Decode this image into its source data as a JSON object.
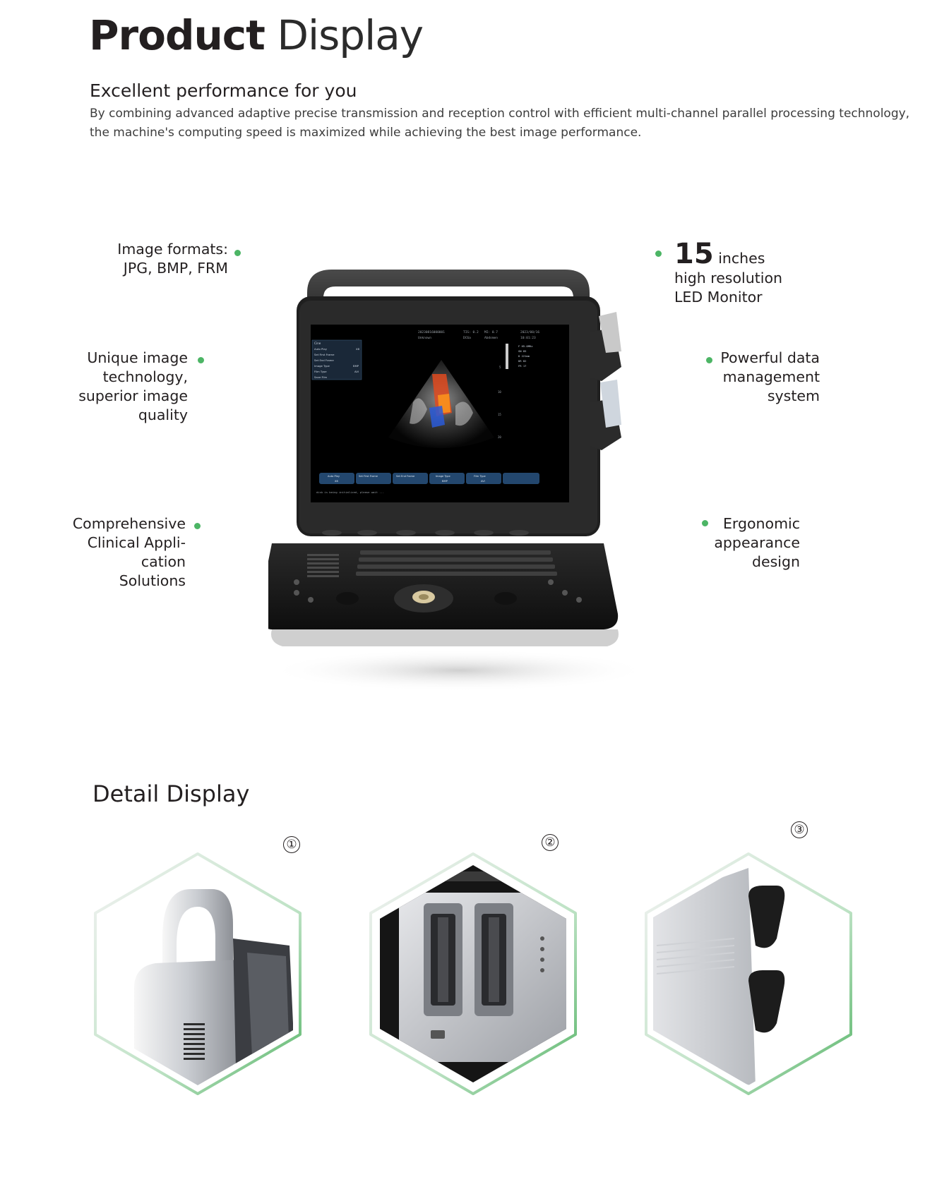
{
  "header": {
    "title_bold": "Product",
    "title_light": "Display",
    "subheading": "Excellent performance for you",
    "intro_lines": [
      "By combining advanced adaptive precise transmission and reception control with efficient multi-channel parallel processing technology,",
      "the machine's computing speed is maximized while achieving the best image performance."
    ]
  },
  "features": {
    "image_formats": [
      "Image formats:",
      "JPG, BMP, FRM"
    ],
    "unique_image": [
      "Unique image",
      "technology,",
      "superior image",
      "quality"
    ],
    "clinical": [
      "Comprehensive",
      "Clinical Appli-",
      "cation",
      "Solutions"
    ],
    "monitor": {
      "size": "15",
      "unit": "inches",
      "lines": [
        "high resolution",
        "LED Monitor"
      ]
    },
    "data_mgmt": [
      "Powerful data",
      "management",
      "system"
    ],
    "ergonomic": [
      "Ergonomic",
      "appearance",
      "design"
    ]
  },
  "screen": {
    "header_id": "20230816000001",
    "header_tis": "TIS: 0.2",
    "header_mi": "MI: 0.7",
    "header_date": "2023/08/16",
    "header_unknown": "Unknown",
    "header_probe": "DC6a",
    "header_preset": "Abdomen",
    "header_time": "10:01:23",
    "menu_title": "Cine",
    "menu_items": [
      "Auto Play",
      "Set First Frame",
      "Set End Frame",
      "Image Type",
      "Film Type",
      "Save Film"
    ],
    "menu_values": [
      "X8",
      "",
      "",
      "BMP",
      "AVI",
      ""
    ],
    "buttons": [
      "Auto Play",
      "Set First Frame",
      "Set End Frame",
      "Image Type",
      "Film Type"
    ],
    "button_values": [
      "X8",
      "",
      "",
      "BMP",
      "AVI"
    ],
    "status_text": "disk is being initialized, please wait ...",
    "params": [
      "F  H5.0MHz",
      "GN 85",
      "D  221mm",
      "DR 82",
      "FR 17"
    ],
    "depth_ticks": [
      "5",
      "10",
      "15",
      "20"
    ]
  },
  "detail": {
    "title": "Detail Display",
    "markers": [
      "①",
      "②",
      "③"
    ]
  },
  "colors": {
    "accent_green": "#4cb565",
    "hex_stroke": "#6cc07a",
    "text": "#231f20"
  }
}
